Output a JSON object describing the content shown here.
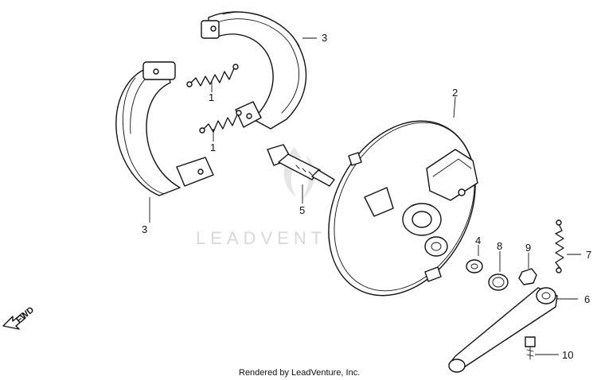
{
  "watermark": "LEADVENTURE",
  "credit": "Rendered by LeadVenture, Inc.",
  "fwd_label": "FWD",
  "callouts": {
    "spring_upper": "1",
    "spring_lower": "1",
    "panel": "2",
    "shoe_upper": "3",
    "shoe_lower": "3",
    "washer_small": "4",
    "cam": "5",
    "arm": "6",
    "return_spring": "7",
    "washer_large": "8",
    "nut": "9",
    "bolt": "10"
  }
}
